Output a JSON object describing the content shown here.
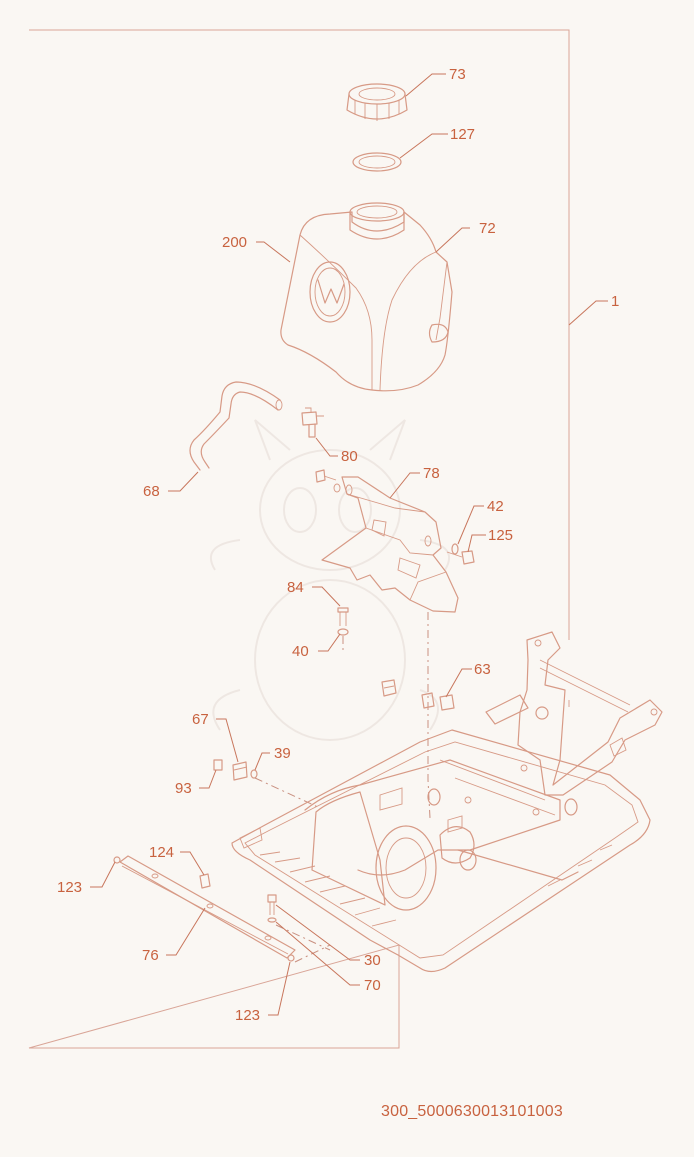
{
  "callouts": {
    "c73": "73",
    "c127": "127",
    "c72": "72",
    "c200": "200",
    "c1": "1",
    "c80": "80",
    "c68": "68",
    "c78": "78",
    "c42": "42",
    "c125": "125",
    "c84": "84",
    "c40": "40",
    "c63": "63",
    "c67": "67",
    "c39": "39",
    "c93": "93",
    "c124": "124",
    "c123a": "123",
    "c76": "76",
    "c30": "30",
    "c70": "70",
    "c123b": "123"
  },
  "drawing_id": "300_5000630013101003",
  "colors": {
    "line": "#d79a86",
    "label": "#c8623f",
    "background": "#faf7f3"
  }
}
